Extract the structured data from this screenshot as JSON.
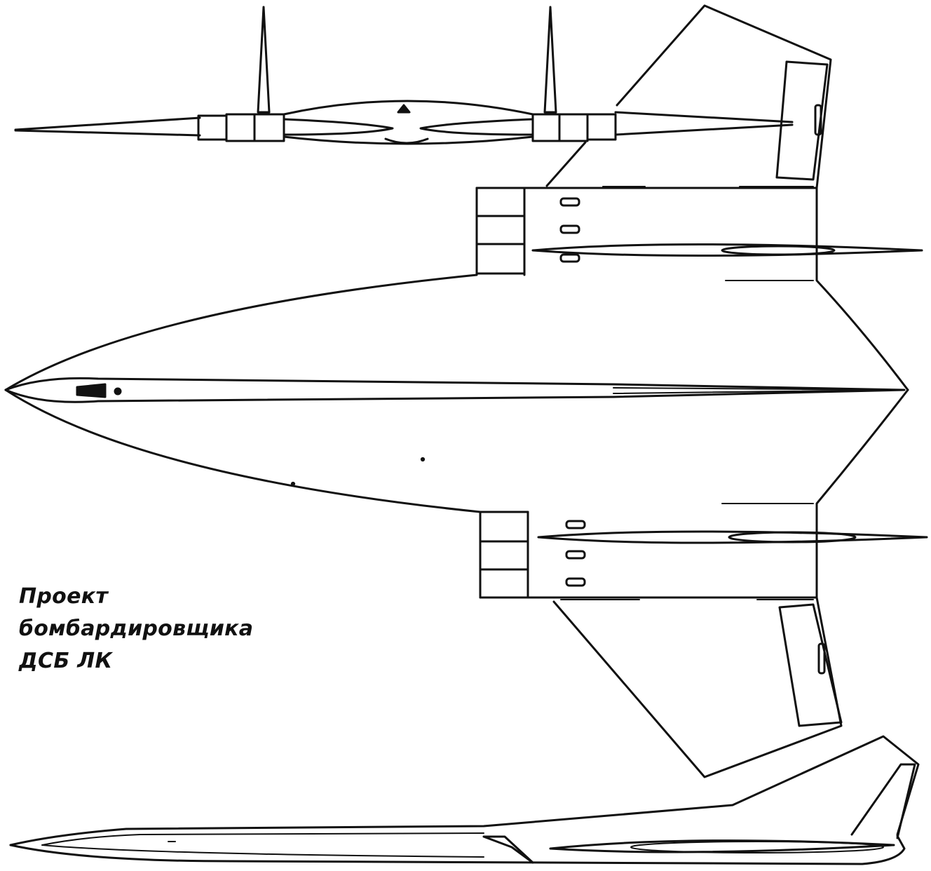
{
  "caption": {
    "line1": "Проект",
    "line2": "бомбардировщика",
    "line3": "ДСБ ЛК"
  },
  "views": [
    {
      "name": "front-view"
    },
    {
      "name": "plan-view"
    },
    {
      "name": "side-view"
    }
  ]
}
